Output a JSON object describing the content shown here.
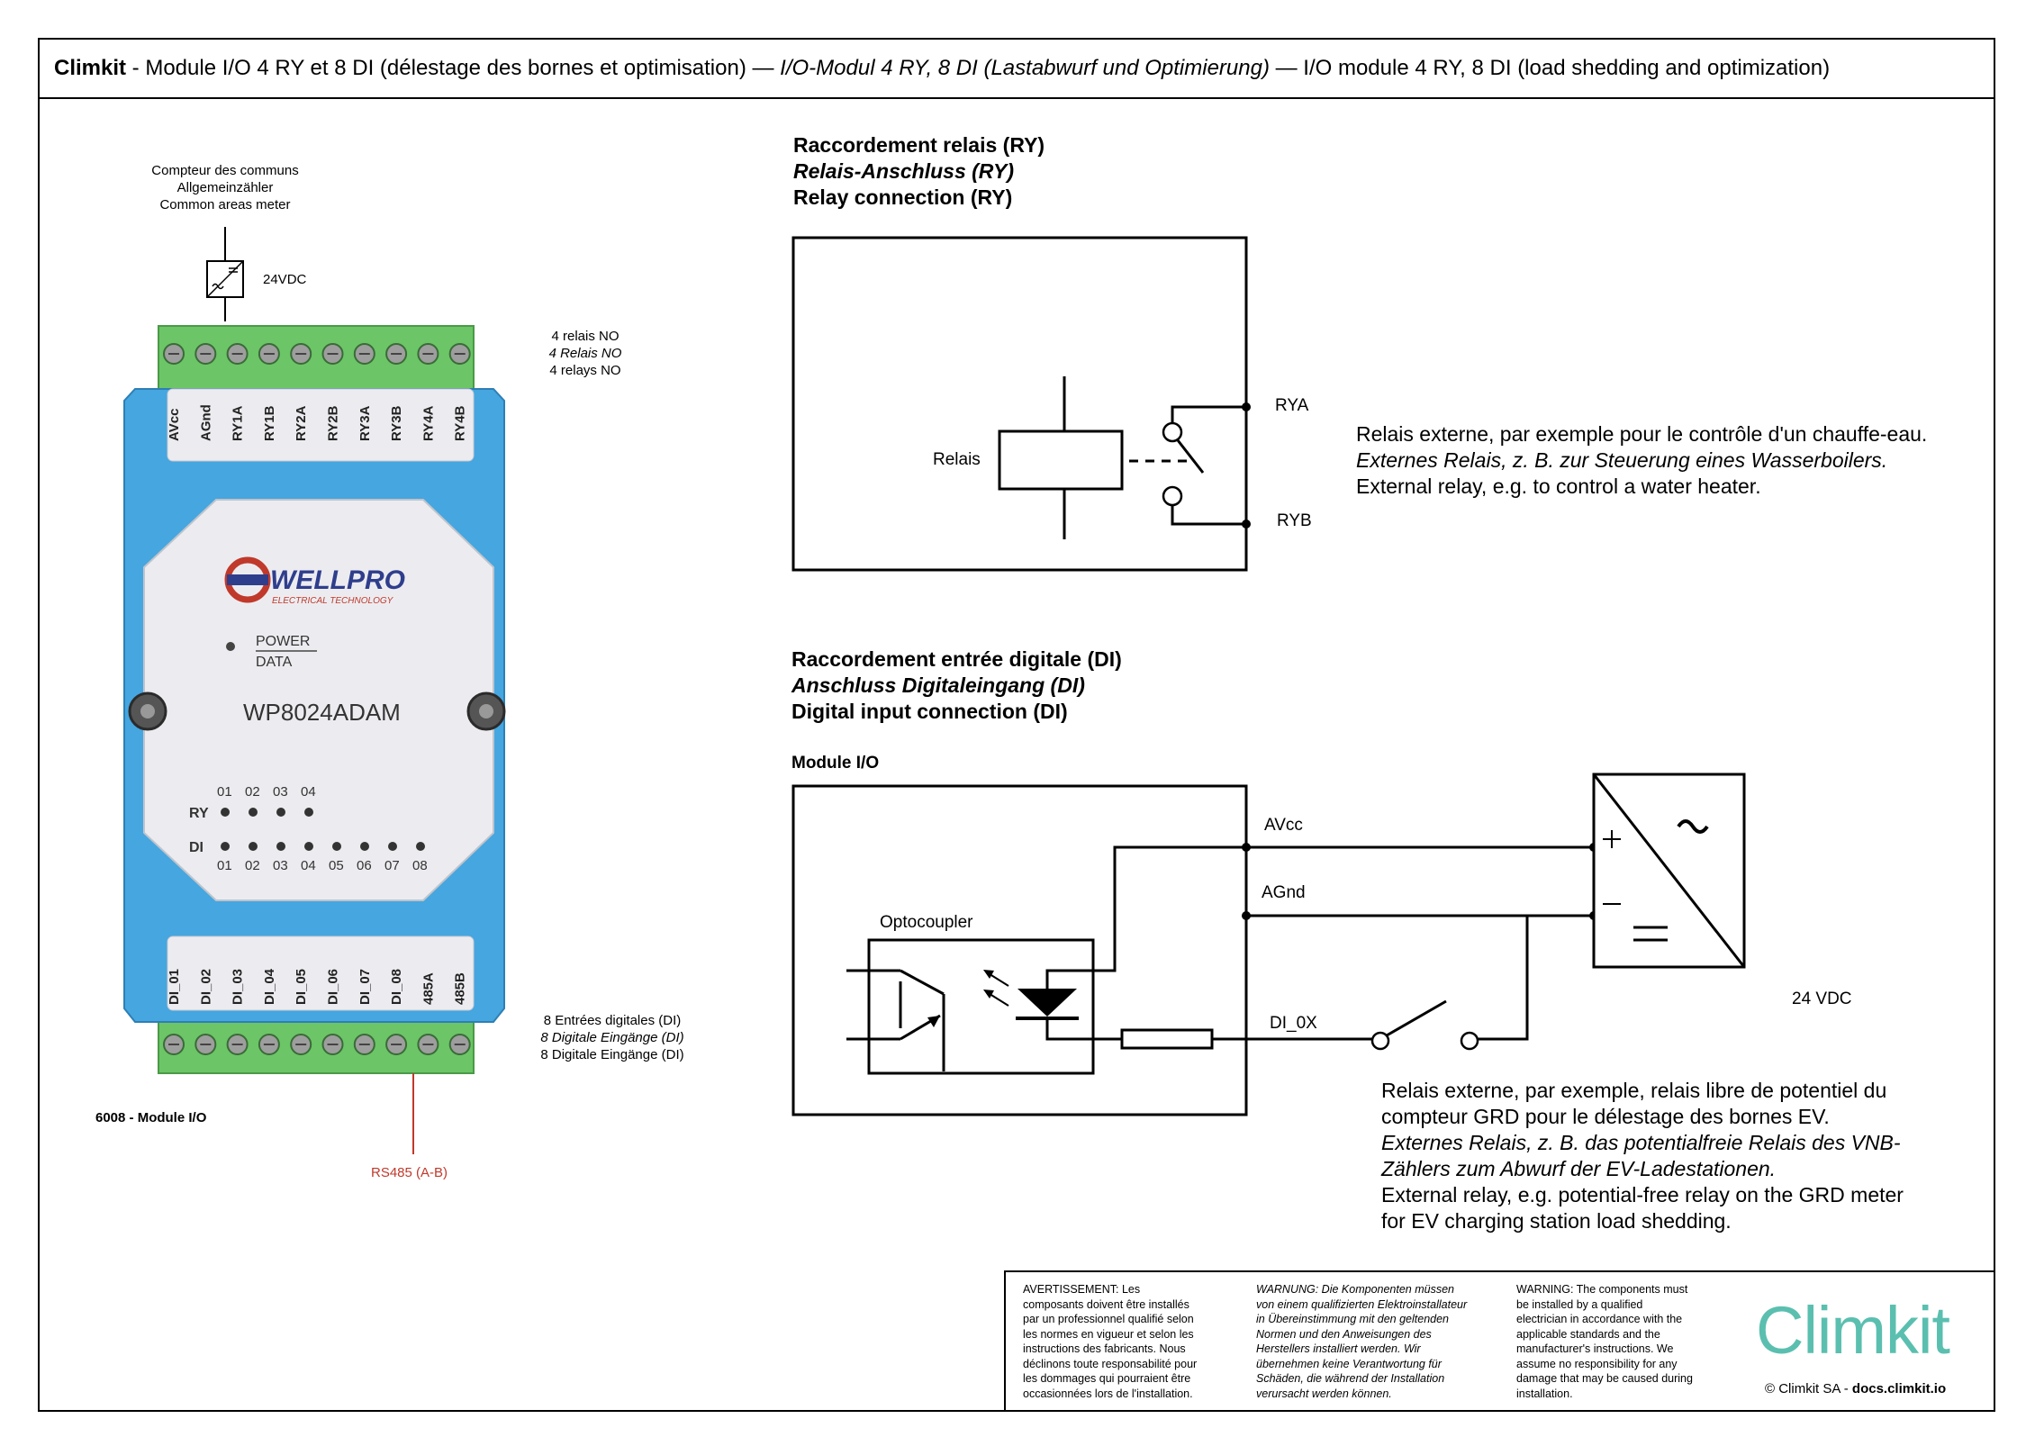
{
  "title": {
    "brand": "Climkit",
    "fr": " - Module I/O 4 RY et 8 DI (délestage des bornes et optimisation) — ",
    "de": "I/O-Modul 4 RY, 8 DI (Lastabwurf und Optimierung)",
    "en": " — I/O module 4 RY, 8 DI (load shedding and optimization)"
  },
  "meter": {
    "fr": "Compteur des communs",
    "de": "Allgemeinzähler",
    "en": "Common areas meter",
    "voltage": "24VDC"
  },
  "relays_note": {
    "fr": "4 relais NO",
    "de": "4 Relais NO",
    "en": "4 relays NO"
  },
  "inputs_note": {
    "fr": "8 Entrées digitales (DI)",
    "de": "8 Digitale Eingänge (DI)",
    "en": "8 Digitale Eingänge (DI)"
  },
  "module_caption": "6008 - Module I/O",
  "rs485_label": "RS485 (A-B)",
  "device": {
    "top_terminals": [
      "AVcc",
      "AGnd",
      "RY1A",
      "RY1B",
      "RY2A",
      "RY2B",
      "RY3A",
      "RY3B",
      "RY4A",
      "RY4B"
    ],
    "bottom_terminals": [
      "DI_01",
      "DI_02",
      "DI_03",
      "DI_04",
      "DI_05",
      "DI_06",
      "DI_07",
      "DI_08",
      "485A",
      "485B"
    ],
    "brand": "WELLPRO",
    "brand_sub": "ELECTRICAL TECHNOLOGY",
    "power": "POWER",
    "data": "DATA",
    "model": "WP8024ADAM",
    "ry_label": "RY",
    "di_label": "DI",
    "ry_numbers": [
      "01",
      "02",
      "03",
      "04"
    ],
    "di_numbers": [
      "01",
      "02",
      "03",
      "04",
      "05",
      "06",
      "07",
      "08"
    ]
  },
  "relay_section": {
    "heading_fr": "Raccordement relais (RY)",
    "heading_de": "Relais-Anschluss (RY)",
    "heading_en": "Relay connection (RY)",
    "relay_label": "Relais",
    "rya": "RYA",
    "ryb": "RYB",
    "desc_fr": "Relais externe, par exemple pour le contrôle d'un chauffe-eau.",
    "desc_de": "Externes Relais, z. B. zur Steuerung eines Wasserboilers.",
    "desc_en": "External relay, e.g. to control a water heater."
  },
  "di_section": {
    "heading_fr": "Raccordement entrée digitale (DI)",
    "heading_de": "Anschluss Digitaleingang (DI)",
    "heading_en": "Digital input connection (DI)",
    "module_label": "Module I/O",
    "avcc": "AVcc",
    "agnd": "AGnd",
    "optocoupler": "Optocoupler",
    "di0x": "DI_0X",
    "supply": "24 VDC",
    "desc_fr_1": "Relais externe, par exemple, relais libre de potentiel du",
    "desc_fr_2": "compteur GRD pour le délestage des bornes EV.",
    "desc_de_1": "Externes Relais, z. B. das potentialfreie Relais des VNB-",
    "desc_de_2": "Zählers zum Abwurf der EV-Ladestationen.",
    "desc_en_1": "External relay, e.g. potential-free relay on the GRD meter",
    "desc_en_2": "for EV charging station load shedding."
  },
  "warnings": {
    "fr": [
      "AVERTISSEMENT: Les",
      "composants doivent être installés",
      "par un professionnel qualifié selon",
      "les normes en vigueur et selon les",
      "instructions des fabricants. Nous",
      "déclinons toute responsabilité pour",
      "les dommages qui pourraient être",
      "occasionnées lors de l'installation."
    ],
    "de": [
      "WARNUNG: Die Komponenten müssen",
      "von einem qualifizierten Elektroinstallateur",
      "in Übereinstimmung mit den geltenden",
      "Normen und den Anweisungen des",
      "Herstellers installiert werden. Wir",
      "übernehmen keine Verantwortung für",
      "Schäden, die während der Installation",
      "verursacht werden können."
    ],
    "en": [
      "WARNING: The components must",
      "be installed by a qualified",
      "electrician in accordance with the",
      "applicable standards and the",
      "manufacturer's instructions. We",
      "assume no responsibility for any",
      "damage that may be caused during",
      "installation."
    ]
  },
  "logo": {
    "text": "Climkit",
    "color": "#5bbfb0"
  },
  "copyright": {
    "prefix": "© Climkit SA - ",
    "site": "docs.climkit.io"
  },
  "colors": {
    "device_blue": "#45a6e0",
    "terminal_green": "#6cc567",
    "device_face": "#ececf0",
    "rs485_red": "#c0392b"
  }
}
